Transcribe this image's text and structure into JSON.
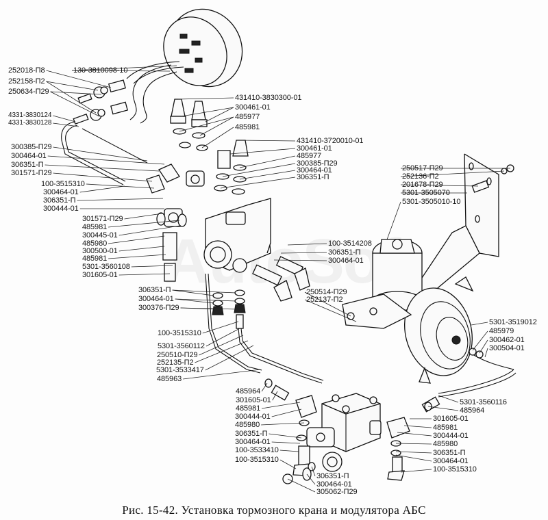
{
  "figure": {
    "caption": "Рис. 15-42. Установка тормозного крана и модулятора АБС",
    "watermark": "AutoSoft"
  },
  "labels": {
    "left": [
      {
        "id": "l1",
        "text": "252018-П8"
      },
      {
        "id": "l2",
        "text": "252158-П2"
      },
      {
        "id": "l3",
        "text": "250634-П29"
      },
      {
        "id": "l4",
        "text": "4331-3830124"
      },
      {
        "id": "l5",
        "text": "4331-3830128"
      },
      {
        "id": "l6",
        "text": "300385-П29"
      },
      {
        "id": "l7",
        "text": "300464-01"
      },
      {
        "id": "l8",
        "text": "306351-П"
      },
      {
        "id": "l9",
        "text": "301571-П29"
      },
      {
        "id": "l10",
        "text": "100-3515310"
      },
      {
        "id": "l11",
        "text": "300464-01"
      },
      {
        "id": "l12",
        "text": "306351-П"
      },
      {
        "id": "l13",
        "text": "300444-01"
      },
      {
        "id": "l14",
        "text": "301571-П29"
      },
      {
        "id": "l15",
        "text": "485981"
      },
      {
        "id": "l16",
        "text": "300445-01"
      },
      {
        "id": "l17",
        "text": "485980"
      },
      {
        "id": "l18",
        "text": "300500-01"
      },
      {
        "id": "l19",
        "text": "485981"
      },
      {
        "id": "l20",
        "text": "5301-3560108"
      },
      {
        "id": "l21",
        "text": "301605-01"
      },
      {
        "id": "l22",
        "text": "306351-П"
      },
      {
        "id": "l23",
        "text": "300464-01"
      },
      {
        "id": "l24",
        "text": "300376-П29"
      },
      {
        "id": "l25",
        "text": "100-3515310"
      },
      {
        "id": "l26",
        "text": "5301-3560112"
      },
      {
        "id": "l27",
        "text": "250510-П29"
      },
      {
        "id": "l28",
        "text": "252135-П2"
      },
      {
        "id": "l29",
        "text": "5301-3533417"
      },
      {
        "id": "l30",
        "text": "485963"
      }
    ],
    "top": [
      {
        "id": "t1",
        "text": "130-3810098-10"
      },
      {
        "id": "t2",
        "text": "431410-3830300-01"
      },
      {
        "id": "t3",
        "text": "300461-01"
      },
      {
        "id": "t4",
        "text": "485977"
      },
      {
        "id": "t5",
        "text": "485981"
      },
      {
        "id": "t6",
        "text": "431410-3720010-01"
      },
      {
        "id": "t7",
        "text": "300461-01"
      },
      {
        "id": "t8",
        "text": "485977"
      },
      {
        "id": "t9",
        "text": "300385-П29"
      },
      {
        "id": "t10",
        "text": "300464-01"
      },
      {
        "id": "t11",
        "text": "306351-П"
      }
    ],
    "bracket": [
      {
        "id": "b1",
        "text": "250517-П29"
      },
      {
        "id": "b2",
        "text": "252136-П2"
      },
      {
        "id": "b3",
        "text": "201678-П29"
      },
      {
        "id": "b4",
        "text": "5301-3505070"
      },
      {
        "id": "b5",
        "text": "5301-3505010-10"
      }
    ],
    "center": [
      {
        "id": "c1",
        "text": "100-3514208"
      },
      {
        "id": "c2",
        "text": "306351-П"
      },
      {
        "id": "c3",
        "text": "300464-01"
      },
      {
        "id": "c4",
        "text": "250514-П29"
      },
      {
        "id": "c5",
        "text": "252137-П2"
      }
    ],
    "chamber": [
      {
        "id": "h1",
        "text": "5301-3519012"
      },
      {
        "id": "h2",
        "text": "485979"
      },
      {
        "id": "h3",
        "text": "300462-01"
      },
      {
        "id": "h4",
        "text": "300504-01"
      }
    ],
    "modulator_left": [
      {
        "id": "m1",
        "text": "485964"
      },
      {
        "id": "m2",
        "text": "301605-01"
      },
      {
        "id": "m3",
        "text": "485981"
      },
      {
        "id": "m4",
        "text": "300444-01"
      },
      {
        "id": "m5",
        "text": "485980"
      },
      {
        "id": "m6",
        "text": "306351-П"
      },
      {
        "id": "m7",
        "text": "300464-01"
      },
      {
        "id": "m8",
        "text": "100-3533410"
      },
      {
        "id": "m9",
        "text": "100-3515310"
      }
    ],
    "modulator_bottom": [
      {
        "id": "n1",
        "text": "306351-П"
      },
      {
        "id": "n2",
        "text": "300464-01"
      },
      {
        "id": "n3",
        "text": "305062-П29"
      }
    ],
    "modulator_right": [
      {
        "id": "r1",
        "text": "5301-3560116"
      },
      {
        "id": "r2",
        "text": "485964"
      },
      {
        "id": "r3",
        "text": "301605-01"
      },
      {
        "id": "r4",
        "text": "485981"
      },
      {
        "id": "r5",
        "text": "300444-01"
      },
      {
        "id": "r6",
        "text": "485980"
      },
      {
        "id": "r7",
        "text": "306351-П"
      },
      {
        "id": "r8",
        "text": "300464-01"
      },
      {
        "id": "r9",
        "text": "100-3515310"
      }
    ]
  }
}
